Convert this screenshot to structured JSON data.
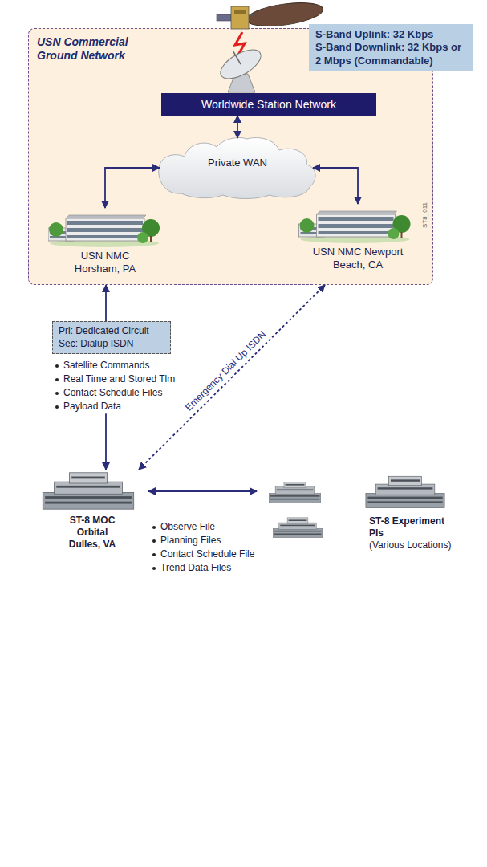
{
  "diagram": {
    "nodes": [
      {
        "text": [
          "USN Commercial Ground Network"
        ]
      },
      {
        "text": [
          "S-Band Uplink: 32 Kbps",
          "S-Band Downlink: 32 Kbps or 2 Mbps (Commandable)"
        ]
      },
      {
        "text": [
          "Worldwide Station Network"
        ],
        "in": 0
      },
      {
        "text": [
          "Private WAN"
        ],
        "in": 0
      },
      {
        "text": [
          "USN NMC Horsham, PA"
        ],
        "in": 0
      },
      {
        "text": [
          "USN NMC Newport Beach, CA"
        ],
        "in": 0
      },
      {
        "text": [
          "Pri: Dedicated Circuit Sec: Dialup ISDN"
        ]
      },
      {
        "text": [
          "ST-8 MOC",
          "Orbital Dulles, VA"
        ]
      },
      {
        "text": [
          "ST-8 Experiment PIs",
          "(Various Locations)"
        ]
      }
    ],
    "edges": [
      {
        "from": 2,
        "to": 3,
        "arrow": "both"
      },
      {
        "from": 4,
        "to": 3,
        "arrow": "both"
      },
      {
        "from": 3,
        "to": 5,
        "arrow": "both"
      },
      {
        "from": 6,
        "to": 0,
        "arrow": "to"
      },
      {
        "from": 6,
        "to": 7,
        "arrow": "to"
      },
      {
        "from": 7,
        "to": 0,
        "label": "Emergency Dial Up ISDN",
        "arrow": "both"
      },
      {
        "from": 7,
        "to": 8,
        "arrow": "both"
      }
    ],
    "labels": [
      "Satellite Commands",
      "Real Time and Stored Tlm",
      "Contact Schedule Files",
      "Payload Data",
      "Observe File",
      "Planning Files",
      "Contact Schedule File",
      "Trend Data Files",
      "ST8_011"
    ]
  }
}
